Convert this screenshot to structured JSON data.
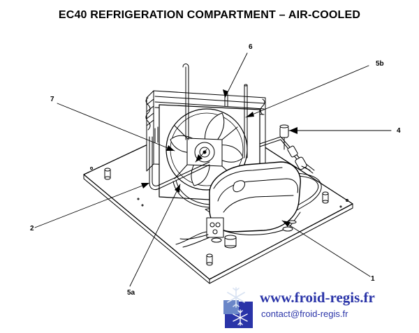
{
  "title": "EC40 REFRIGERATION COMPARTMENT – AIR-COOLED",
  "callouts": {
    "c1": "1",
    "c2": "2",
    "c4": "4",
    "c5a": "5a",
    "c5b": "5b",
    "c6": "6",
    "c7": "7"
  },
  "branding": {
    "url": "www.froid-regis.fr",
    "email": "contact@froid-regis.fr",
    "color": "#2a34a8"
  },
  "logo": {
    "icon": "snowflake-logo-icon",
    "colors": [
      "#2a34a8",
      "#6a86c8",
      "#d8e2f2"
    ]
  }
}
